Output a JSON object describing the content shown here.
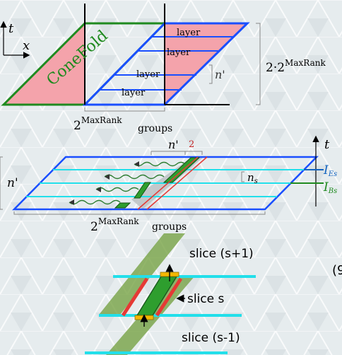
{
  "top_panel": {
    "axis_t": "t",
    "axis_x": "x",
    "conefold_label": "ConeFold",
    "layer_labels": [
      "layer",
      "layer",
      "layer",
      "layer"
    ],
    "n_prime": "n'",
    "height_label_base": "2·2",
    "height_label_sup": "MaxRank",
    "width_label_base": "2",
    "width_label_sup": "MaxRank",
    "groups_label": "groups"
  },
  "middle_panel": {
    "axis_t": "t",
    "n_prime_left": "n'",
    "n_prime_top": "n'",
    "two_label": "2",
    "ns_label": "n",
    "ns_sub": "s",
    "ies_label": "I",
    "ies_sub": "Es",
    "ibs_label": "I",
    "ibs_sub": "Bs",
    "width_label_base": "2",
    "width_label_sup": "MaxRank",
    "groups_label": "groups"
  },
  "bottom_panel": {
    "slice_next": "slice (s+1)",
    "slice_current": "slice  s",
    "slice_prev": "slice (s-1)",
    "edge_fragment": "(9"
  },
  "colors": {
    "background": "#e6ecee",
    "conefold_fill": "#f4a3ab",
    "green_line": "#1f8a1f",
    "blue_line": "#1a4fff",
    "cyan_line": "#22dfea",
    "slice_green": "#7cb342",
    "red_edge": "#e53935",
    "yellow_block": "#f5b800"
  }
}
